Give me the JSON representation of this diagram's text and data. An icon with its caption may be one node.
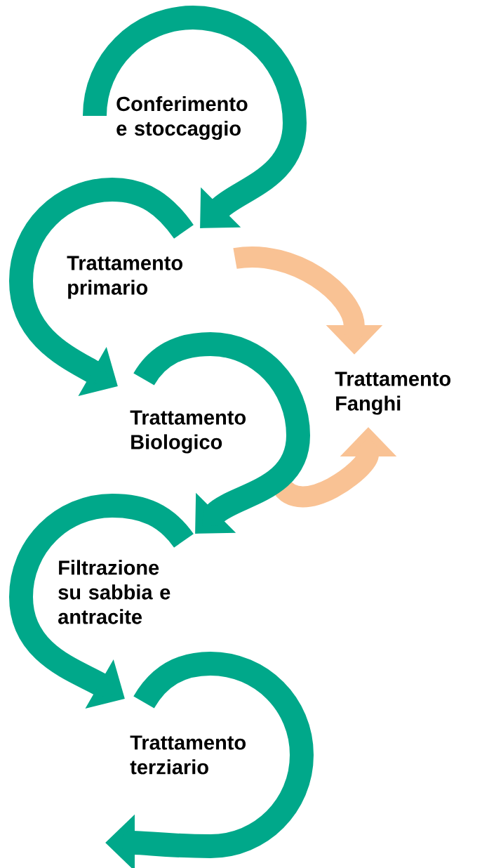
{
  "diagram": {
    "nodes": [
      {
        "text": [
          "Conferimento e stoccaggio"
        ]
      },
      {
        "text": [
          "Trattamento primario"
        ]
      },
      {
        "text": [
          "Trattamento Biologico"
        ]
      },
      {
        "text": [
          "Filtrazione su sabbia e antracite"
        ]
      },
      {
        "text": [
          "Trattamento terziario"
        ]
      },
      {
        "text": [
          "Trattamento Fanghi"
        ]
      }
    ],
    "edges": [
      {
        "from": 0,
        "to": 1,
        "arrow": "to"
      },
      {
        "from": 1,
        "to": 2,
        "arrow": "to"
      },
      {
        "from": 2,
        "to": 3,
        "arrow": "to"
      },
      {
        "from": 3,
        "to": 4,
        "arrow": "to"
      },
      {
        "from": 4,
        "to": null,
        "arrow": "to"
      },
      {
        "from": 1,
        "to": 5,
        "arrow": "to",
        "color": "#f9c294"
      },
      {
        "from": 2,
        "to": 5,
        "arrow": "to",
        "color": "#f9c294"
      }
    ]
  }
}
